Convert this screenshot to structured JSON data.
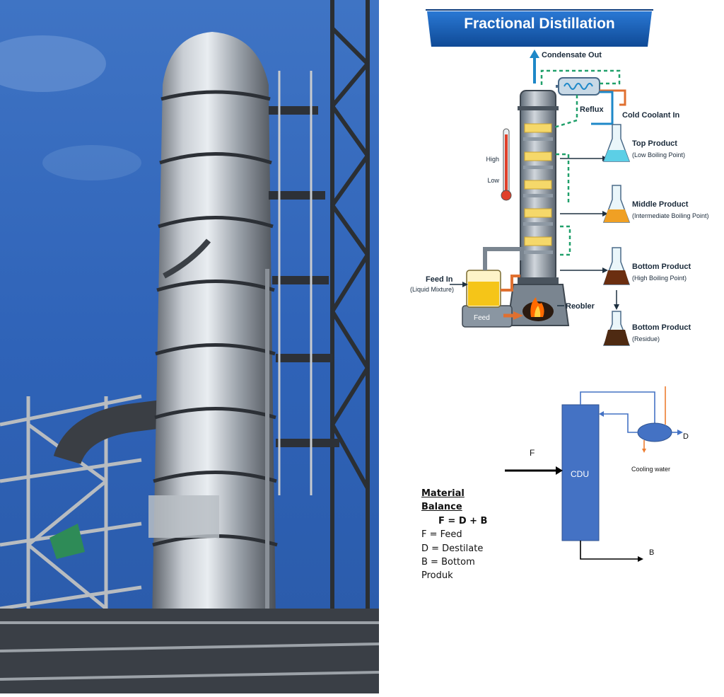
{
  "infographic": {
    "title": "Fractional Distillation",
    "labels": {
      "condensate_out": "Condensate Out",
      "reflux": "Reflux",
      "cold_coolant_in": "Cold Coolant In",
      "high": "High",
      "low": "Low",
      "top_product": "Top Product",
      "top_product_sub": "(Low Boiling Point)",
      "middle_product": "Middle Product",
      "middle_product_sub": "(Intermediate Boiling Point)",
      "bottom_product": "Bottom Product",
      "bottom_product_sub": "(High Boiling Point)",
      "feed_in": "Feed In",
      "feed_in_sub": "(Liquid Mixture)",
      "feed": "Feed",
      "reboiler": "Reobler",
      "residue_product": "Bottom Product",
      "residue_sub": "(Residue)"
    },
    "colors": {
      "banner": "#1a5fb4",
      "column": "#8a96a3",
      "top_liquid": "#5ccfe6",
      "middle_liquid": "#f0a024",
      "bottom_liquid": "#6b2e10",
      "feed_liquid": "#f5c518",
      "flame": "#ff6a00"
    }
  },
  "schematic": {
    "column_label": "CDU",
    "feed_label": "F",
    "distillate_label": "D",
    "bottom_label": "B",
    "cooling_label": "Cooling water",
    "colors": {
      "column": "#4472c4",
      "stream": "#4472c4",
      "cooling": "#ed7d31",
      "arrow": "#000000"
    }
  },
  "material_balance": {
    "title_line1": "Material",
    "title_line2": "Balance",
    "equation": "F  = D + B",
    "lines": [
      "F = Feed",
      "D = Destilate",
      "B = Bottom",
      "Produk"
    ]
  }
}
